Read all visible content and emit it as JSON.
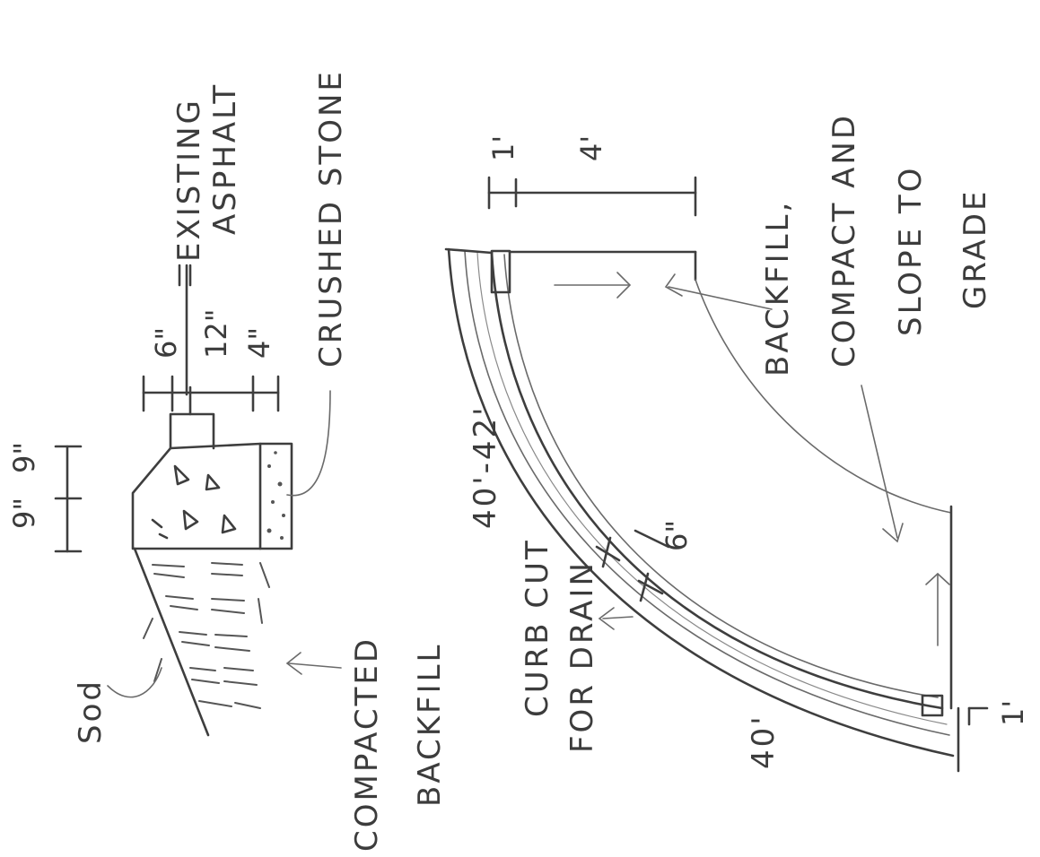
{
  "section": {
    "sod": "Sod",
    "compacted_backfill_line1": "COMPACTED",
    "compacted_backfill_line2": "BACKFILL",
    "crushed_stone": "CRUSHED STONE",
    "existing_line1": "EXISTING",
    "existing_line2": "ASPHALT",
    "dim_9a": "9\"",
    "dim_9b": "9\"",
    "dim_6": "6\"",
    "dim_12": "12\"",
    "dim_4": "4\""
  },
  "plan": {
    "radius": "40'-42'",
    "dim_1a": "1'",
    "dim_4": "4'",
    "dim_6": "6\"",
    "dim_40": "40'",
    "dim_1b": "1'",
    "backfill_line1": "BACKFILL,",
    "backfill_line2": "COMPACT AND",
    "backfill_line3": "SLOPE TO",
    "backfill_line4": "GRADE",
    "curb_line1": "CURB CUT",
    "curb_line2": "FOR DRAIN"
  }
}
